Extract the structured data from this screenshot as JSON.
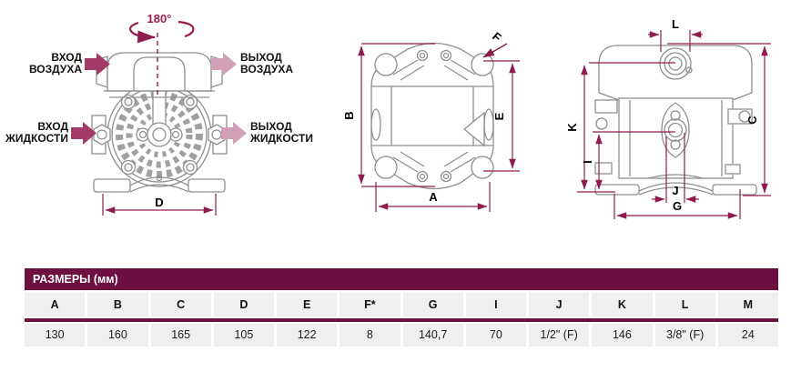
{
  "drawing": {
    "rotation_label": "180°",
    "ports": {
      "air_in": {
        "line1": "ВХОД",
        "line2": "ВОЗДУХА"
      },
      "air_out": {
        "line1": "ВЫХОД",
        "line2": "ВОЗДУХА"
      },
      "liquid_in": {
        "line1": "ВХОД",
        "line2": "ЖИДКОСТИ"
      },
      "liquid_out": {
        "line1": "ВЫХОД",
        "line2": "ЖИДКОСТИ"
      }
    },
    "dims": {
      "A": "A",
      "B": "B",
      "C": "C",
      "D": "D",
      "E": "E",
      "F": "F",
      "G": "G",
      "I": "I",
      "J": "J",
      "K": "K",
      "L": "L"
    }
  },
  "colors": {
    "table_header_bg": "#6d1040",
    "table_cell_bg": "#efefef",
    "dimension_line": "#8e1c4e",
    "arrow_dark": "#a43a68",
    "arrow_light": "#d2a0b6",
    "drawing_line": "#8f8f8f"
  },
  "table": {
    "title": "РАЗМЕРЫ (мм)",
    "columns": [
      {
        "label": "A",
        "value": "130"
      },
      {
        "label": "B",
        "value": "160"
      },
      {
        "label": "C",
        "value": "165"
      },
      {
        "label": "D",
        "value": "105"
      },
      {
        "label": "E",
        "value": "122"
      },
      {
        "label": "F*",
        "value": "8"
      },
      {
        "label": "G",
        "value": "140,7"
      },
      {
        "label": "I",
        "value": "70"
      },
      {
        "label": "J",
        "value": "1/2\" (F)"
      },
      {
        "label": "K",
        "value": "146"
      },
      {
        "label": "L",
        "value": "3/8\" (F)"
      },
      {
        "label": "M",
        "value": "24"
      }
    ]
  }
}
